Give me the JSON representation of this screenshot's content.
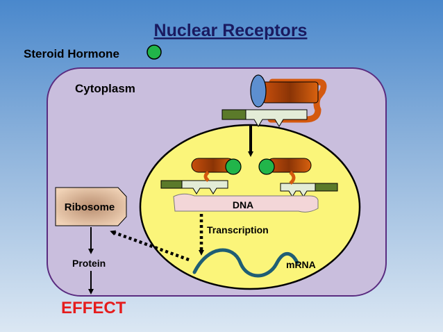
{
  "title": "Nuclear Receptors",
  "labels": {
    "steroid_hormone": "Steroid Hormone",
    "cytoplasm": "Cytoplasm",
    "ribosome": "Ribosome",
    "dna": "DNA",
    "transcription": "Transcription",
    "protein": "Protein",
    "mrna": "mRNA",
    "effect": "EFFECT"
  },
  "colors": {
    "title": "#1a1a60",
    "cell": "#c9bedd",
    "cell_border": "#5a2c80",
    "nucleus": "#fbf57a",
    "receptor": "#d4590f",
    "hormone": "#21b54a",
    "hormone_site": "#5d8fd0",
    "dna_strand": "#f3d6d8",
    "mrna": "#1f5e74",
    "effect": "#e51d1d",
    "ribosome": "#e8c8a8"
  }
}
